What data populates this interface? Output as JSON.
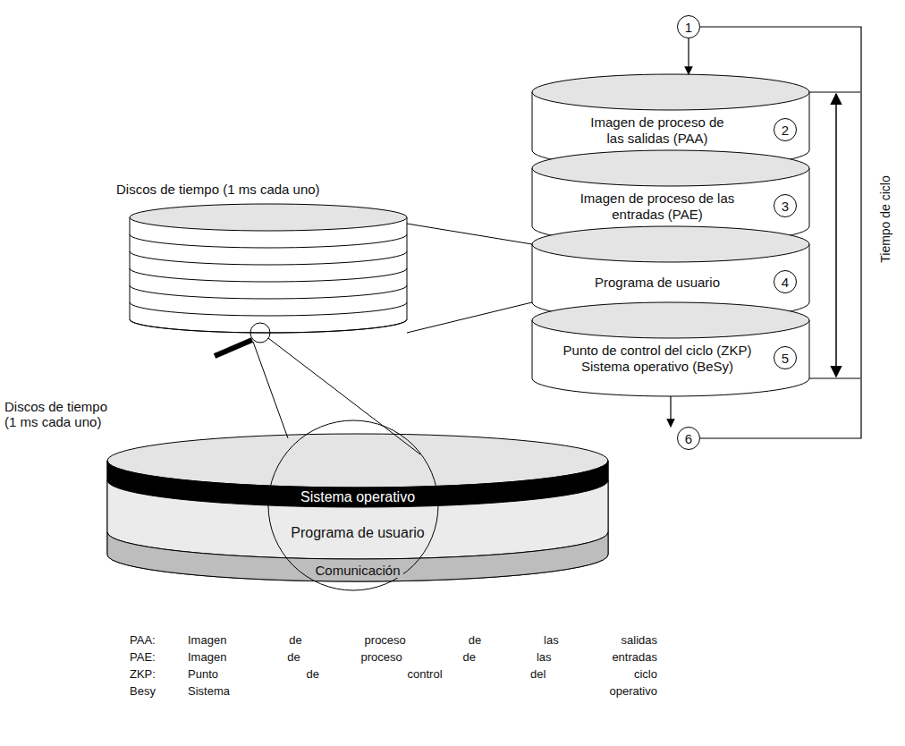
{
  "diagram": {
    "nodes": [
      {
        "text": [
          "1"
        ]
      },
      {
        "text": [
          "Imagen de proceso de las salidas (PAA)"
        ]
      },
      {
        "text": [
          "2"
        ]
      },
      {
        "text": [
          "Imagen de proceso de las entradas (PAE)"
        ]
      },
      {
        "text": [
          "3"
        ]
      },
      {
        "text": [
          "Programa de usuario"
        ]
      },
      {
        "text": [
          "4"
        ]
      },
      {
        "text": [
          "Punto de control del ciclo (ZKP)",
          "Sistema operativo (BeSy)"
        ]
      },
      {
        "text": [
          "5"
        ]
      },
      {
        "text": [
          "6"
        ]
      },
      {
        "text": [
          "Sistema operativo"
        ]
      },
      {
        "text": [
          "Programa de usuario"
        ]
      },
      {
        "text": [
          "Comunicación"
        ]
      }
    ],
    "edges": [
      {
        "from": 0,
        "to": 1,
        "arrow": "to"
      },
      {
        "from": 7,
        "to": 9,
        "arrow": "to"
      },
      {
        "from": 9,
        "to": 0,
        "arrow": "none"
      }
    ],
    "labels": [
      "Discos de tiempo (1 ms cada uno)",
      "Discos de tiempo (1 ms cada uno)",
      "Tiempo de ciclo",
      "PAA:",
      "Imagen de proceso de las salidas",
      "PAE:",
      "Imagen de proceso de las entradas",
      "ZKP:",
      "Punto de control del ciclo",
      "Besy",
      "Sistema operativo"
    ]
  }
}
